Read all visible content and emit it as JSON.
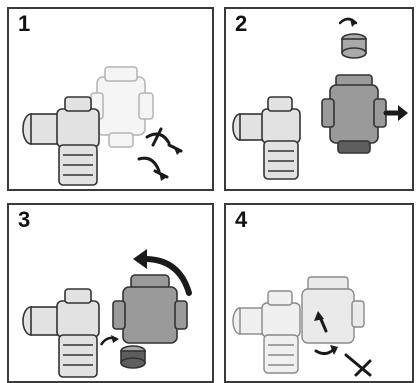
{
  "steps": [
    {
      "number": "1",
      "icon": "valve-disassembly-illustration"
    },
    {
      "number": "2",
      "icon": "valve-cartridge-removal-illustration"
    },
    {
      "number": "3",
      "icon": "valve-rotate-cartridge-illustration"
    },
    {
      "number": "4",
      "icon": "valve-reassembly-illustration"
    }
  ],
  "colors": {
    "frame": "#3a3a3a",
    "outline": "#333333",
    "light_part": "#dcdcdc",
    "mid_part": "#a9a9a9",
    "dark_part": "#5e5e5e",
    "arrow": "#1a1a1a"
  }
}
